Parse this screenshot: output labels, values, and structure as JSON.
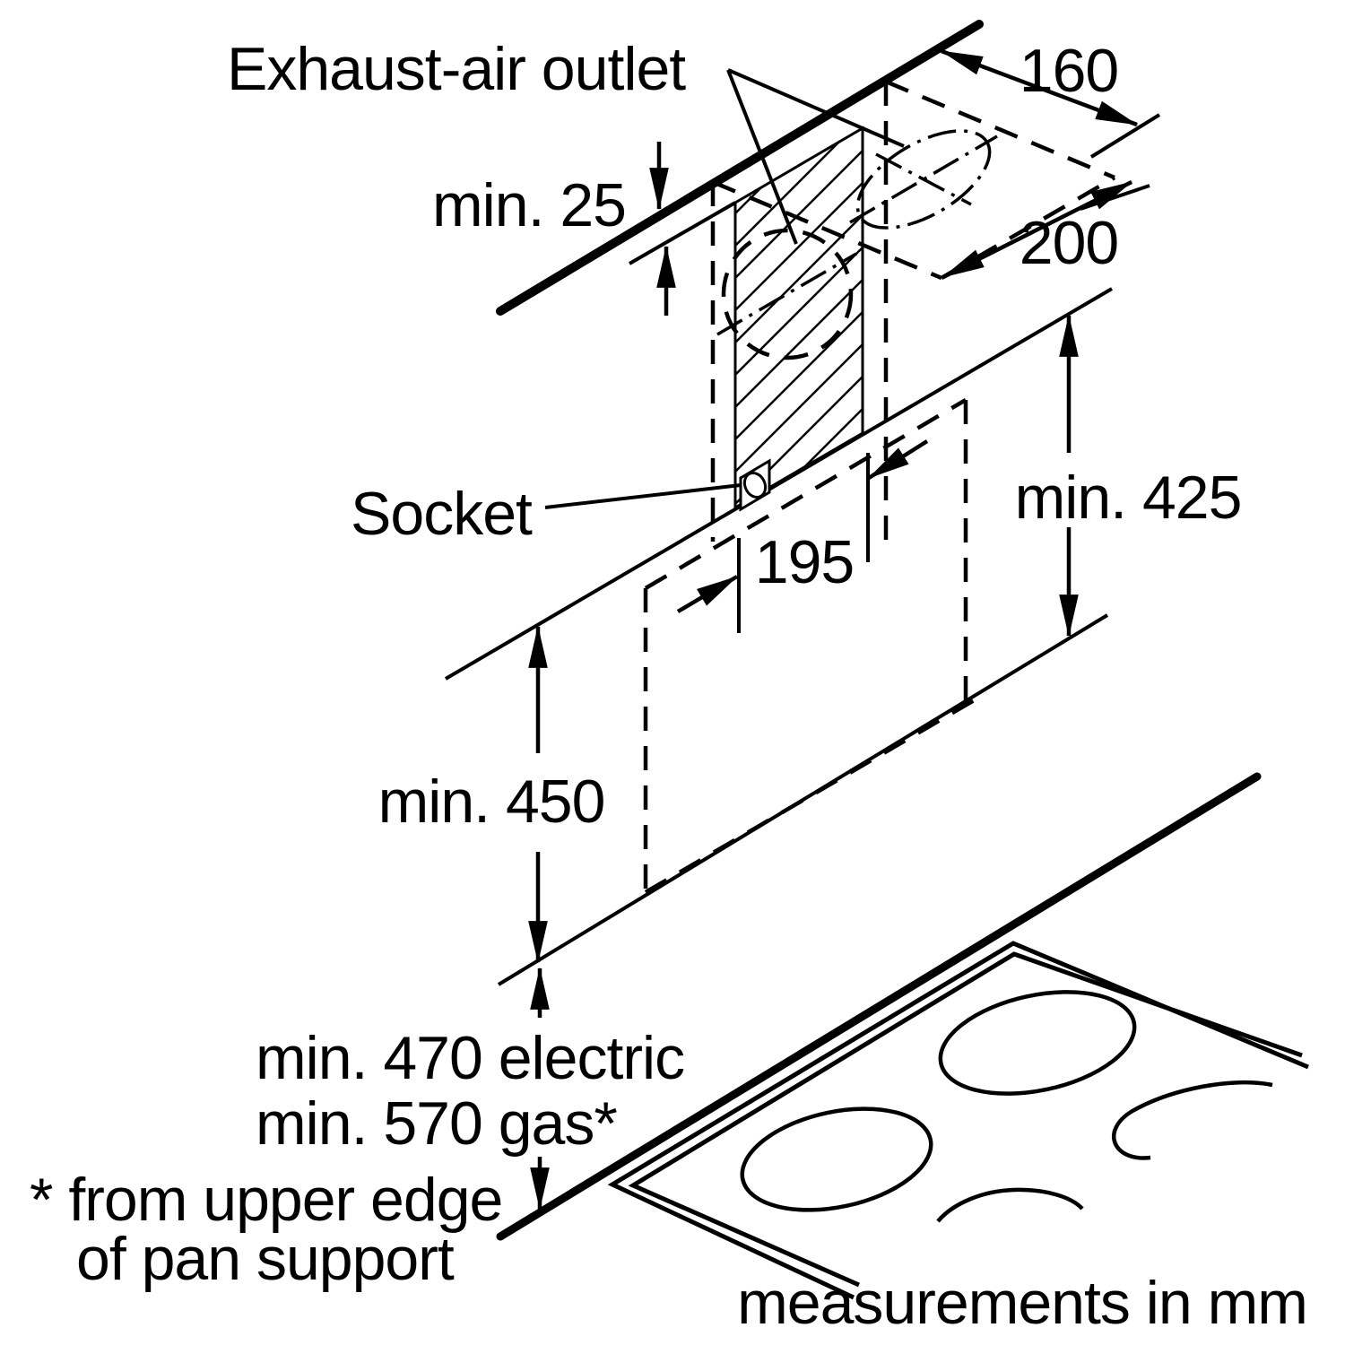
{
  "diagram": {
    "type": "installation-drawing",
    "units_note": "measurements in mm",
    "colors": {
      "ink": "#000000",
      "paper": "#ffffff"
    },
    "labels": {
      "exhaust_air_outlet": "Exhaust-air outlet",
      "socket": "Socket",
      "footnote_line1": "* from upper edge",
      "footnote_line2": "of pan support"
    },
    "dimensions": {
      "min_ceiling_gap": "min. 25",
      "outlet_160": "160",
      "outlet_200": "200",
      "min_425": "min. 425",
      "socket_offset_195": "195",
      "min_450": "min. 450",
      "min_470_electric": "min. 470 electric",
      "min_570_gas": "min. 570 gas*"
    },
    "icons": {
      "socket_symbol": "wall-socket-icon",
      "mounting_plate": "hatched-mounting-plate",
      "duct_hole": "dashed-duct-circle",
      "ceiling_outlet": "dashdot-ceiling-outlet-circle",
      "hob": "cooktop-with-burners"
    }
  }
}
